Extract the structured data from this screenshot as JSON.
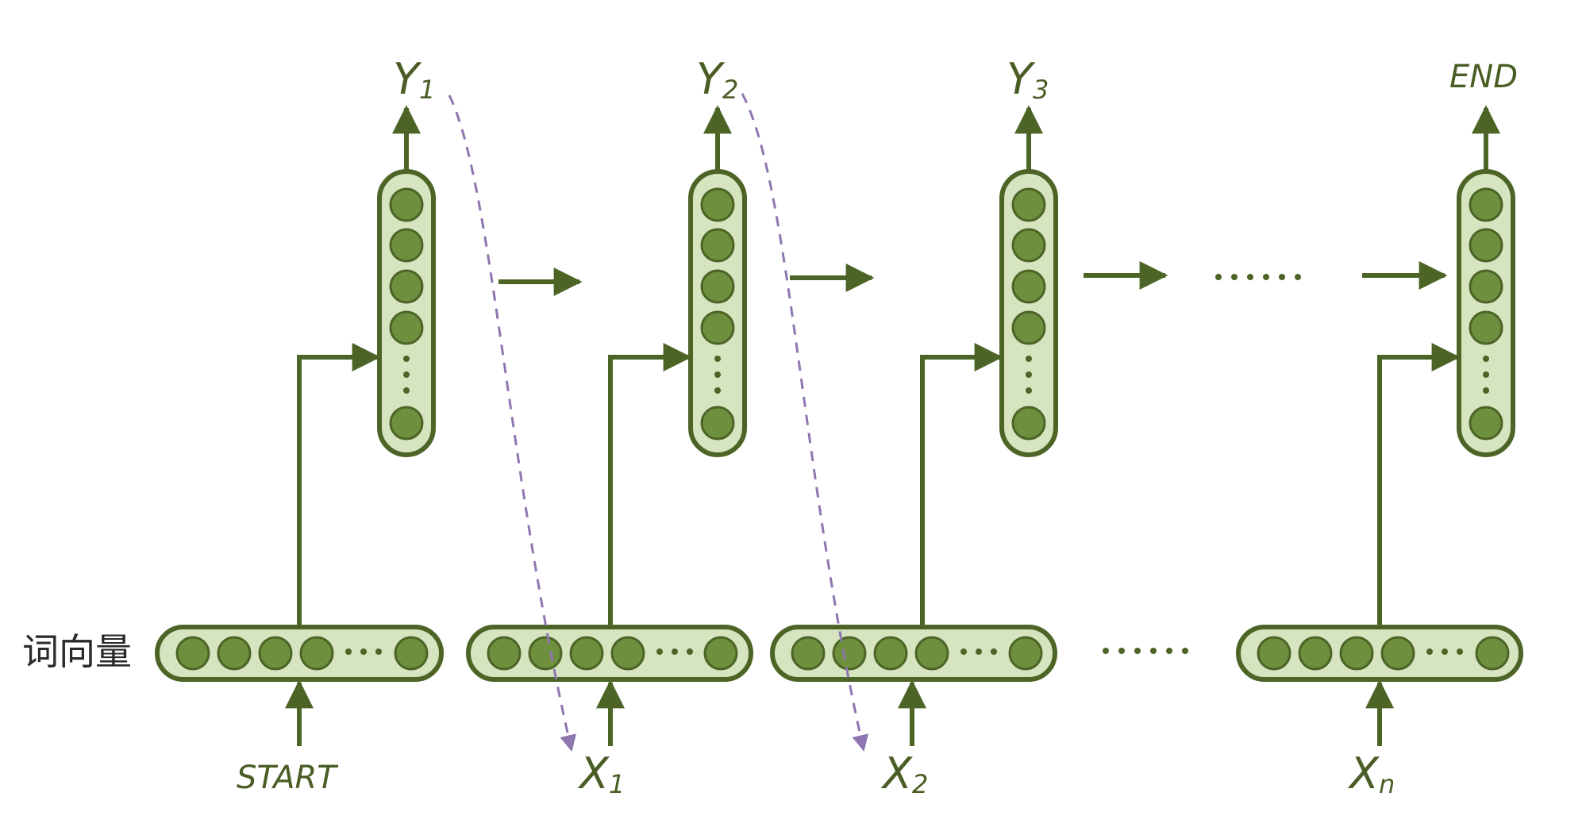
{
  "colors": {
    "line": "#4c6426",
    "node_fill": "#6e8f3e",
    "box_fill": "#d6e4c0",
    "dashed_arrow": "#8e76b0",
    "label_text": "#4a5d24"
  },
  "embedding_label": "词向量",
  "ellipsis": "……",
  "inputs": [
    {
      "main": "START",
      "sub": ""
    },
    {
      "main": "X",
      "sub": "1"
    },
    {
      "main": "X",
      "sub": "2"
    },
    {
      "main": "X",
      "sub": "n"
    }
  ],
  "outputs": [
    {
      "main": "Y",
      "sub": "1"
    },
    {
      "main": "Y",
      "sub": "2"
    },
    {
      "main": "Y",
      "sub": "3"
    },
    {
      "main": "END",
      "sub": ""
    }
  ]
}
